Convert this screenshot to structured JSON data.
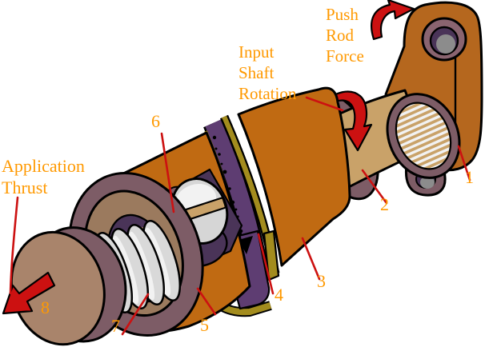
{
  "diagram": {
    "labels": {
      "push_rod_force": {
        "lines": [
          "Push",
          "Rod",
          "Force"
        ]
      },
      "input_shaft_rotation": {
        "lines": [
          "Input",
          "Shaft",
          "Rotation"
        ]
      },
      "application_thrust": {
        "lines": [
          "Application",
          "Thrust"
        ]
      }
    },
    "part_numbers": [
      {
        "n": "1"
      },
      {
        "n": "2"
      },
      {
        "n": "3"
      },
      {
        "n": "4"
      },
      {
        "n": "5"
      },
      {
        "n": "6"
      },
      {
        "n": "7"
      },
      {
        "n": "8"
      }
    ],
    "colors": {
      "background": "#FFFFFF",
      "label_text": "#FF9900",
      "arrow_red": "#CC1111",
      "housing_orange": "#C06A12",
      "lever_orange": "#B5671E",
      "shaft_tan": "#C9A269",
      "cap_mauve": "#7D5C66",
      "boss_mauve": "#8A6470",
      "face_brown": "#9B7A5E",
      "cavity_purple": "#4A3458",
      "disc_purple": "#5E3D72",
      "gold": "#A38C1E",
      "spring_grey": "#D9D9D9",
      "screw_grey": "#D6D6D6",
      "metal_grey": "#8C8C8C",
      "outline_black": "#000000"
    }
  }
}
